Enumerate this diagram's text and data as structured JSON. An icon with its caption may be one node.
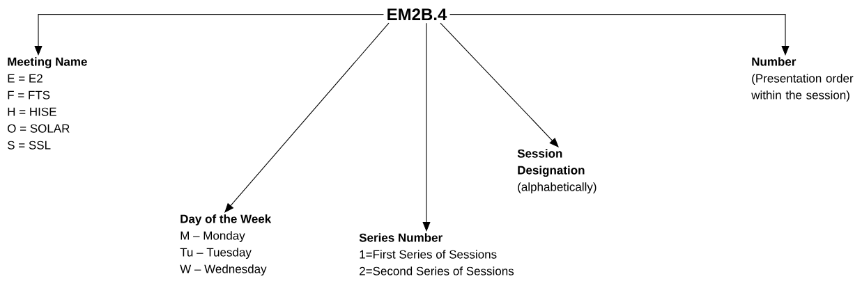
{
  "diagram": {
    "nodes": [
      {
        "text": [
          "EM2B.4"
        ]
      },
      {
        "text": [
          "Meeting Name",
          "E = E2",
          "F = FTS",
          "H = HISE",
          "O = SOLAR",
          "S = SSL"
        ]
      },
      {
        "text": [
          "Day of the Week",
          "M – Monday",
          "Tu – Tuesday",
          "W – Wednesday"
        ]
      },
      {
        "text": [
          "Series Number",
          "1=First Series of Sessions",
          "2=Second Series of Sessions"
        ]
      },
      {
        "text": [
          "Session Designation",
          "(alphabetically)"
        ]
      },
      {
        "text": [
          "Number",
          "(Presentation order within the session)"
        ]
      }
    ],
    "edges": [
      {
        "from": 0,
        "to": 1,
        "arrow": "to"
      },
      {
        "from": 0,
        "to": 2,
        "arrow": "to"
      },
      {
        "from": 0,
        "to": 3,
        "arrow": "to"
      },
      {
        "from": 0,
        "to": 4,
        "arrow": "to"
      },
      {
        "from": 0,
        "to": 5,
        "arrow": "to"
      }
    ]
  }
}
